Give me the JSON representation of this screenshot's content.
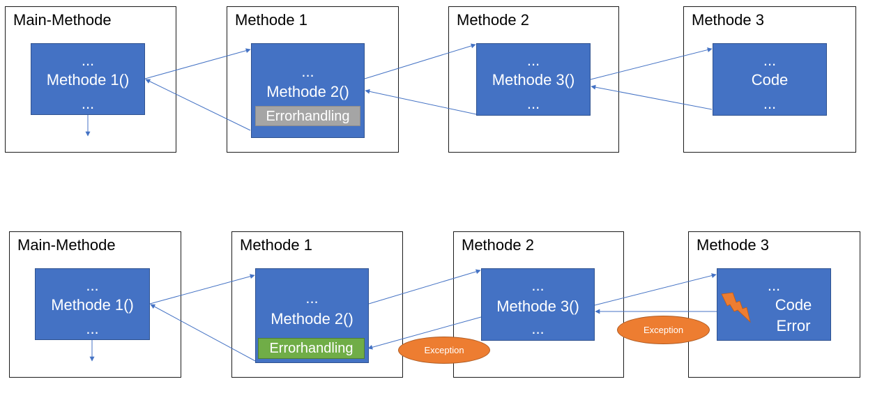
{
  "colors": {
    "block_fill": "#4472c4",
    "arrow": "#4472c4",
    "errorhandling_inactive": "#a5a5a5",
    "errorhandling_active": "#70ad47",
    "exception": "#ed7d31",
    "lightning": "#ed7d31"
  },
  "top_row": {
    "main": {
      "title": "Main-Methode",
      "lines": [
        "...",
        "Methode 1()",
        "..."
      ]
    },
    "m1": {
      "title": "Methode 1",
      "lines": [
        "...",
        "Methode 2()"
      ],
      "errorhandling": "Errorhandling"
    },
    "m2": {
      "title": "Methode 2",
      "lines": [
        "...",
        "Methode 3()",
        "..."
      ]
    },
    "m3": {
      "title": "Methode 3",
      "lines": [
        "...",
        "Code",
        "..."
      ]
    }
  },
  "bottom_row": {
    "main": {
      "title": "Main-Methode",
      "lines": [
        "...",
        "Methode 1()",
        "..."
      ]
    },
    "m1": {
      "title": "Methode 1",
      "lines": [
        "...",
        "Methode 2()"
      ],
      "errorhandling": "Errorhandling"
    },
    "m2": {
      "title": "Methode 2",
      "lines": [
        "...",
        "Methode 3()",
        "..."
      ]
    },
    "m3": {
      "title": "Methode 3",
      "lines": [
        "...",
        "Code",
        "Error"
      ],
      "icon": "lightning-icon"
    },
    "exception_1": "Exception",
    "exception_2": "Exception"
  }
}
